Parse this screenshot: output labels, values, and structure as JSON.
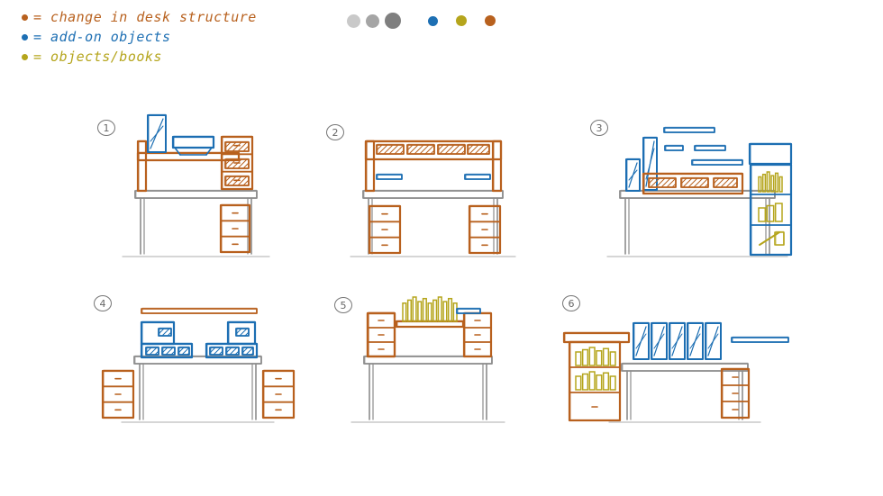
{
  "legend": {
    "items": [
      {
        "label": "= change in desk structure",
        "color": "#b8611e"
      },
      {
        "label": "= add-on objects",
        "color": "#1d6fb3"
      },
      {
        "label": "= objects/books",
        "color": "#b5a51c"
      }
    ]
  },
  "colors": {
    "structure": "#b8611e",
    "addon": "#1d6fb3",
    "objects": "#b5a51c",
    "base": "#8c8c8c",
    "palette": [
      "#c9c9c9",
      "#a5a5a5",
      "#7f7f7f",
      "#1d6fb3",
      "#b5a51c",
      "#b8611e"
    ]
  },
  "variants": [
    {
      "number": "1"
    },
    {
      "number": "2"
    },
    {
      "number": "3"
    },
    {
      "number": "4"
    },
    {
      "number": "5"
    },
    {
      "number": "6"
    }
  ]
}
